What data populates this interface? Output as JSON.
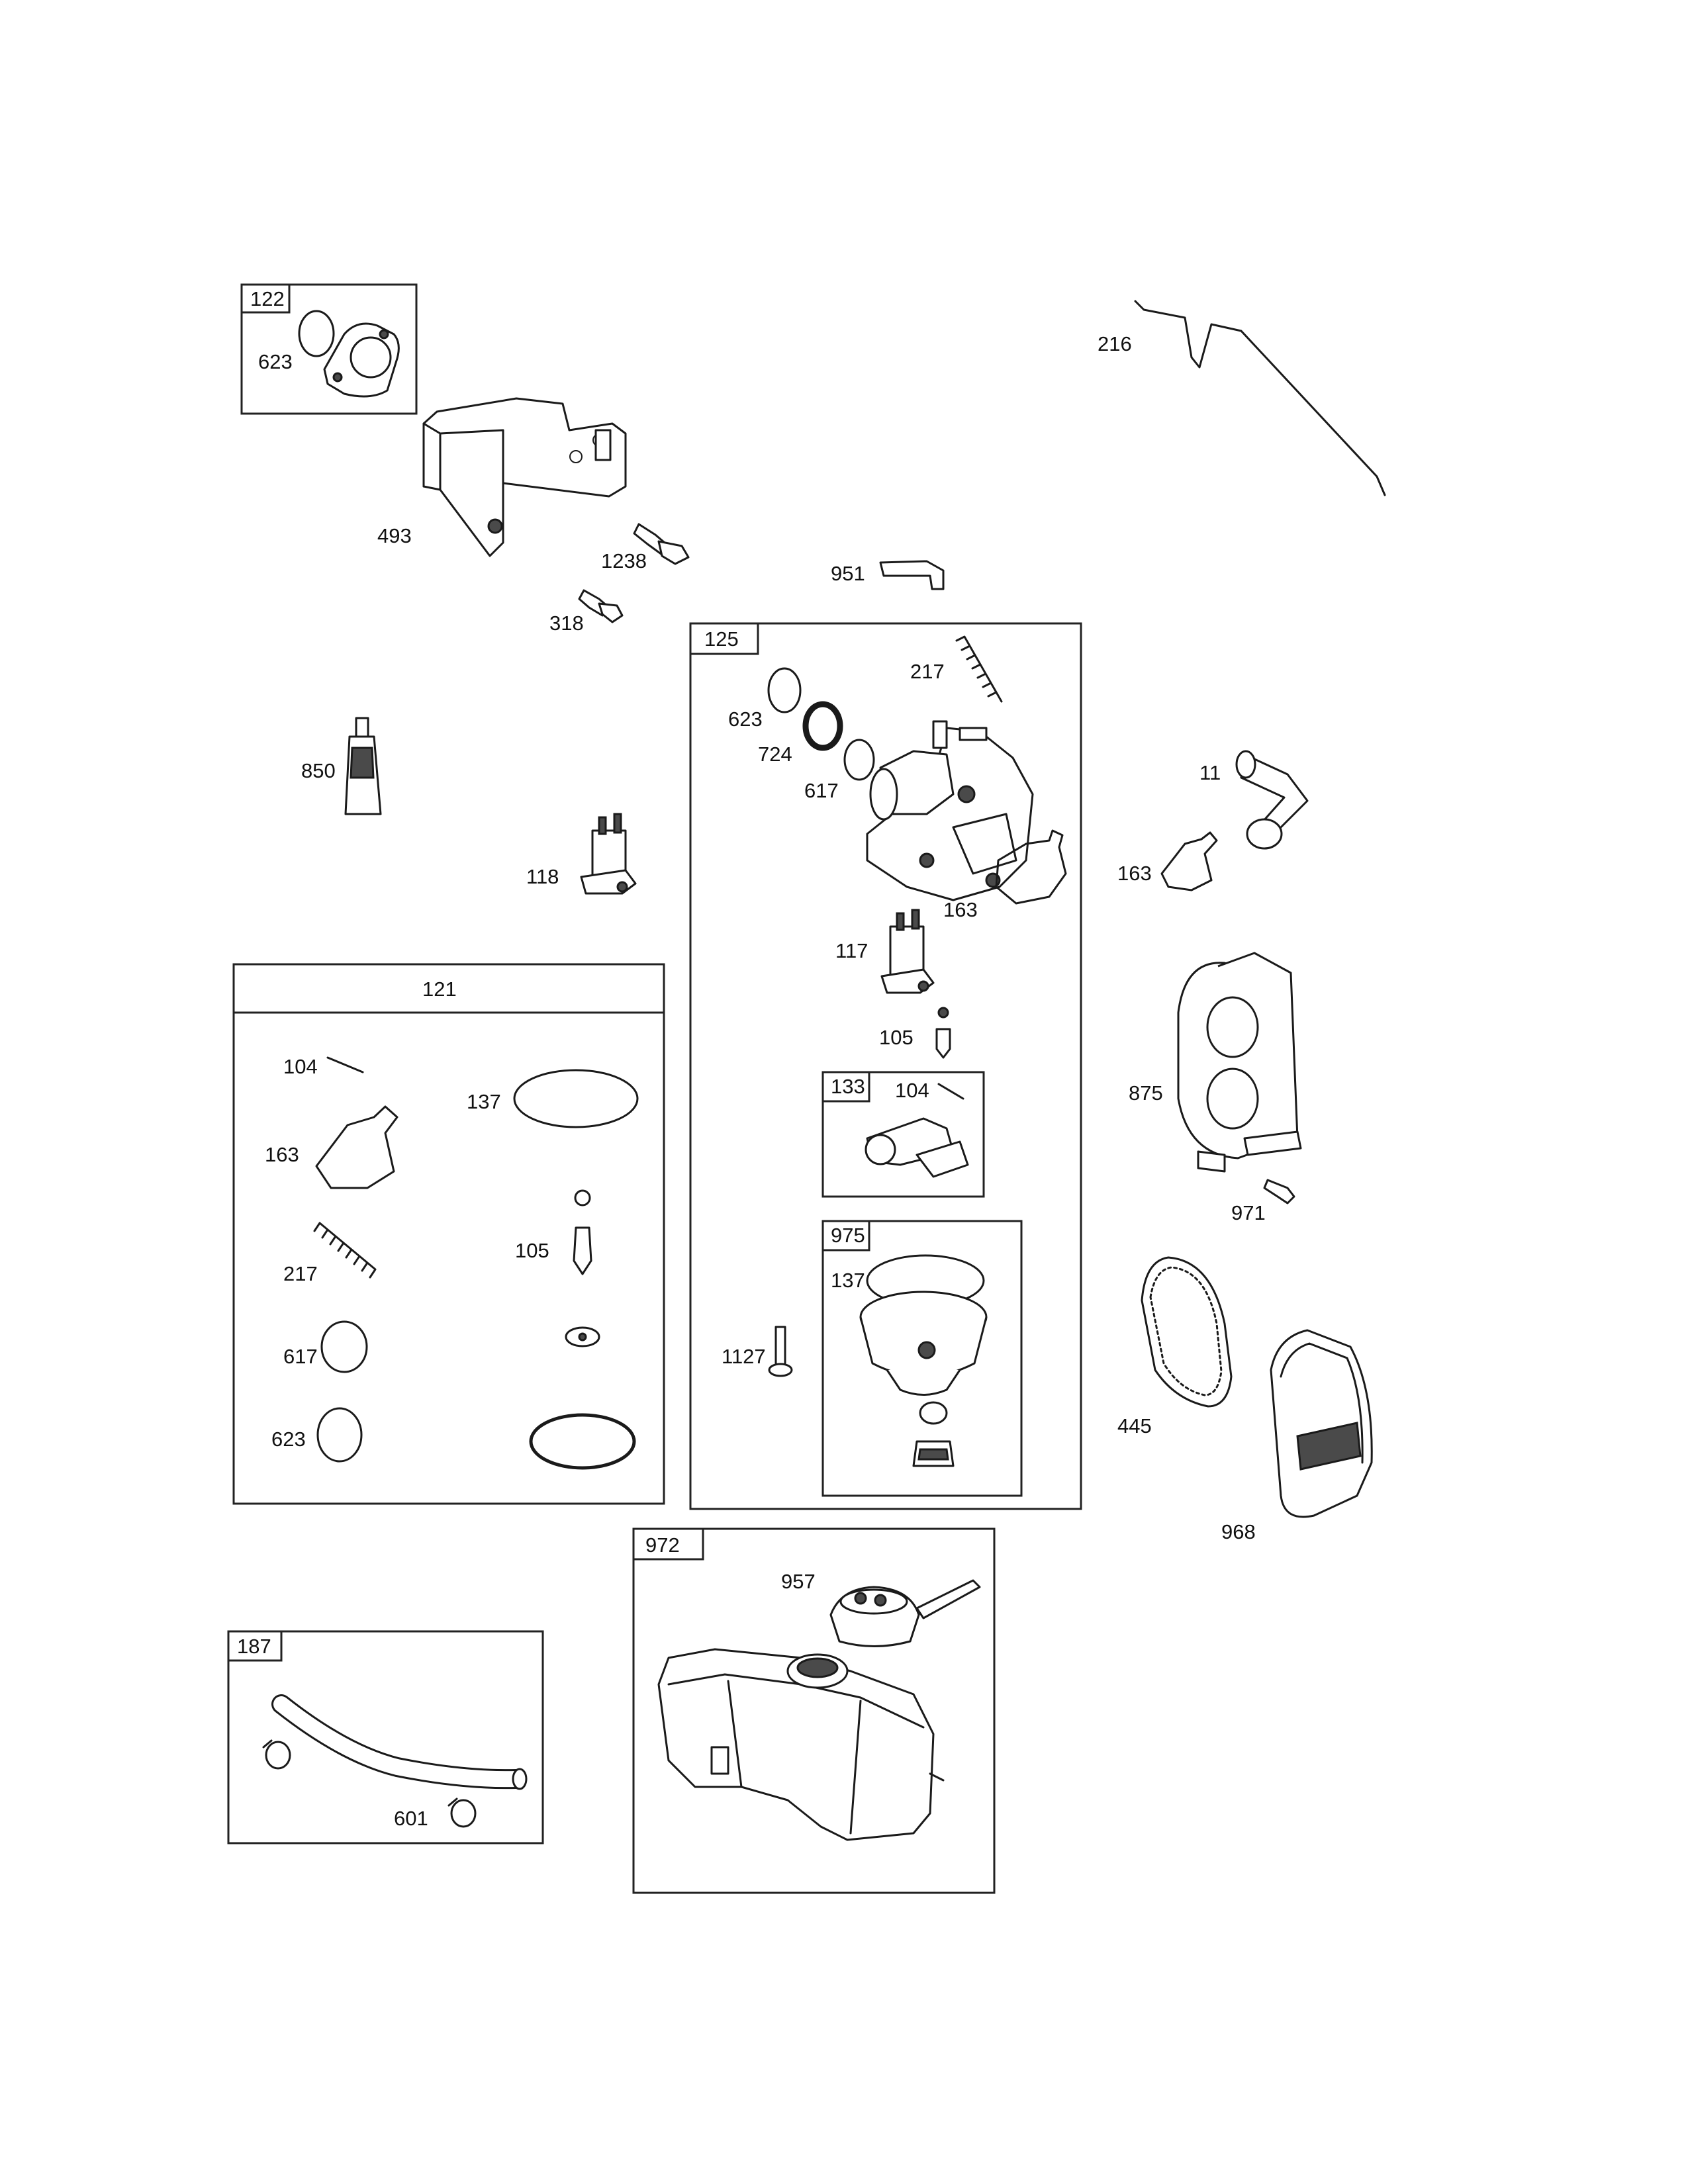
{
  "kit_labels": {
    "k122": "122",
    "k125": "125",
    "k121": "121",
    "k133": "133",
    "k975": "975",
    "k972": "972",
    "k187": "187"
  },
  "part_labels": {
    "p623_kit122": "623",
    "p216": "216",
    "p493": "493",
    "p1238": "1238",
    "p318": "318",
    "p951": "951",
    "p217_kit125": "217",
    "p623_kit125": "623",
    "p724": "724",
    "p617_kit125": "617",
    "p163_kit125": "163",
    "p117": "117",
    "p105_kit125": "105",
    "p104_kit133": "104",
    "p137_kit975": "137",
    "p1127": "1127",
    "p850": "850",
    "p118": "118",
    "p11": "11",
    "p163_right": "163",
    "p875": "875",
    "p971": "971",
    "p445": "445",
    "p968": "968",
    "p104_kit121": "104",
    "p137_kit121": "137",
    "p163_kit121": "163",
    "p217_kit121": "217",
    "p105_kit121": "105",
    "p617_kit121": "617",
    "p623_kit121": "623",
    "p957": "957",
    "p601": "601"
  }
}
